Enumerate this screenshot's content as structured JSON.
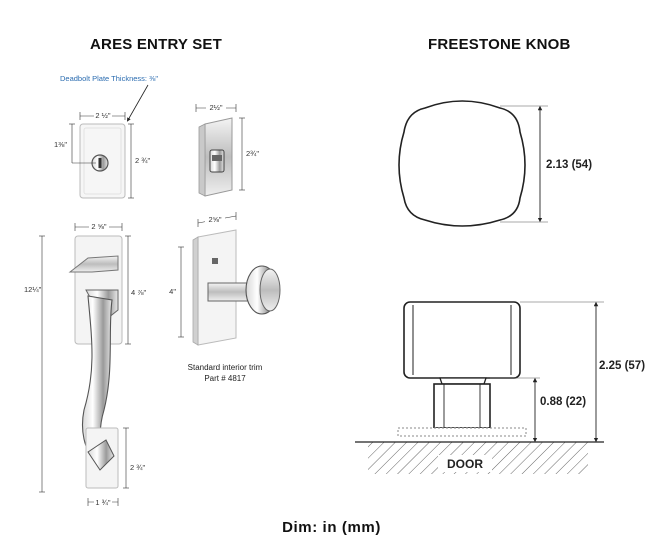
{
  "headings": {
    "left": "ARES ENTRY SET",
    "right": "FREESTONE KNOB"
  },
  "ares": {
    "plate_thickness_note": "Deadbolt Plate Thickness: ⅜\"",
    "deadbolt_width": "2 ½\"",
    "deadbolt_height": "2 ¾\"",
    "deadbolt_offset": "1⅜\"",
    "side_width": "2½\"",
    "side_height": "2¾\"",
    "handle_plate_width": "2 ⅝\"",
    "handle_plate_height": "4 ⅞\"",
    "overall_height": "12¼\"",
    "bottom_plate_height": "2 ¾\"",
    "bottom_width": "1 ¾\"",
    "interior_plate_width": "2⅝\"",
    "interior_height": "4\"",
    "interior_caption_line1": "Standard interior trim",
    "interior_caption_line2": "Part # 4817"
  },
  "knob": {
    "diameter": "2.13 (54)",
    "height": "2.25 (57)",
    "projection": "0.88 (22)",
    "door_label": "DOOR"
  },
  "footer": "Dim: in (mm)"
}
